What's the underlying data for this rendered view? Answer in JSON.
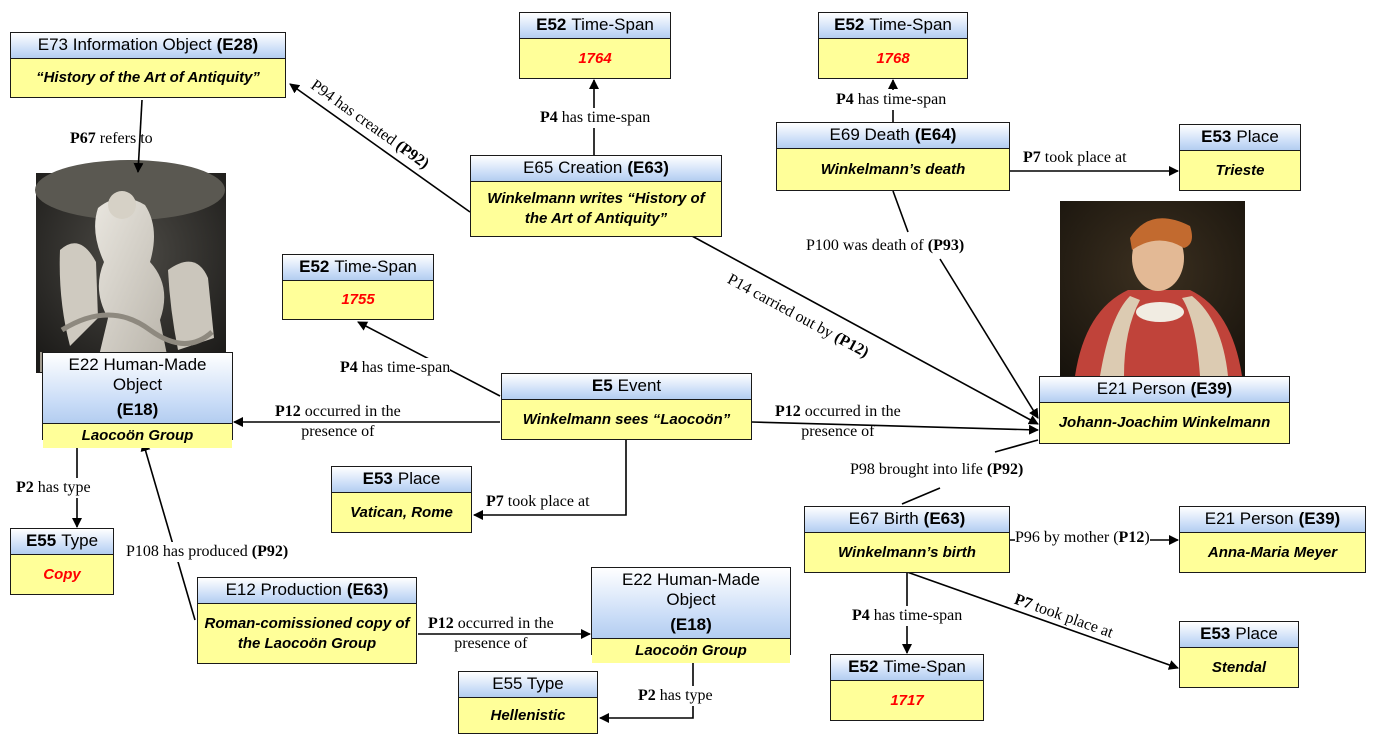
{
  "nodes": {
    "e73": {
      "pre": "E73 Information Object",
      "code": "(E28)",
      "value": "“History of the Art of Antiquity”"
    },
    "ts1764": {
      "code": "E52",
      "post": "Time-Span",
      "value": "1764"
    },
    "ts1768": {
      "code": "E52",
      "post": "Time-Span",
      "value": "1768"
    },
    "e65": {
      "pre": "E65 Creation",
      "code": "(E63)",
      "value": "Winkelmann writes “History of the Art of Antiquity”"
    },
    "e69": {
      "pre": "E69 Death",
      "code": "(E64)",
      "value": "Winkelmann’s death"
    },
    "e53trieste": {
      "code": "E53",
      "post": "Place",
      "value": "Trieste"
    },
    "ts1755": {
      "code": "E52",
      "post": "Time-Span",
      "value": "1755"
    },
    "e22a": {
      "pre": "E22 Human-Made Object",
      "code": "(E18)",
      "value": "Laocoön Group"
    },
    "e5": {
      "code": "E5",
      "post": "Event",
      "value": "Winkelmann sees “Laocoön”"
    },
    "e21a": {
      "pre": "E21 Person",
      "code": "(E39)",
      "value": "Johann-Joachim Winkelmann"
    },
    "e53vatican": {
      "code": "E53",
      "post": "Place",
      "value": "Vatican, Rome"
    },
    "e55copy": {
      "code": "E55",
      "post": "Type",
      "value": "Copy"
    },
    "e67": {
      "pre": "E67 Birth",
      "code": "(E63)",
      "value": "Winkelmann’s birth"
    },
    "e21b": {
      "pre": "E21 Person",
      "code": "(E39)",
      "value": "Anna-Maria Meyer"
    },
    "e12": {
      "pre": "E12 Production",
      "code": "(E63)",
      "value": "Roman-comissioned copy of the Laocoön Group"
    },
    "e22b": {
      "pre": "E22 Human-Made Object",
      "code": "(E18)",
      "value": "Laocoön Group"
    },
    "e53stendal": {
      "code": "E53",
      "post": "Place",
      "value": "Stendal"
    },
    "ts1717": {
      "code": "E52",
      "post": "Time-Span",
      "value": "1717"
    },
    "e55hell": {
      "pre": "E55 Type",
      "value": "Hellenistic"
    }
  },
  "edges": {
    "p94": {
      "text": "P94 has created ",
      "code": "(P92)"
    },
    "p67": {
      "code": "P67",
      "text": " refers to"
    },
    "p4_1764": {
      "code": "P4",
      "text": " has time-span"
    },
    "p4_1768": {
      "code": "P4",
      "text": " has time-span"
    },
    "p7_trieste": {
      "code": "P7",
      "text": " took place at"
    },
    "p100": {
      "text": "P100 was death of ",
      "code": "(P93)"
    },
    "p14": {
      "text": "P14 carried out by ",
      "code": "(P12)"
    },
    "p4_1755": {
      "code": "P4",
      "text": " has time-span"
    },
    "p12_left": {
      "code": "P12",
      "text": " occurred in the",
      "line2": "presence of"
    },
    "p12_right": {
      "code": "P12",
      "text": " occurred in the",
      "line2": "presence of"
    },
    "p98": {
      "text": "P98 brought into life ",
      "code": "(P92)"
    },
    "p2_copy": {
      "code": "P2",
      "text": " has type"
    },
    "p7_vatican": {
      "code": "P7",
      "text": " took place at"
    },
    "p96": {
      "text": "P96 by mother (",
      "code": "P12",
      "tail": ")"
    },
    "p108": {
      "text": "P108 has produced ",
      "code": "(P92)"
    },
    "p12_prod": {
      "code": "P12",
      "text": " occurred in the",
      "line2": "presence of"
    },
    "p4_1717": {
      "code": "P4",
      "text": " has time-span"
    },
    "p7_stendal": {
      "code": "P7",
      "text": " took place at"
    },
    "p2_hell": {
      "code": "P2",
      "text": " has type"
    }
  },
  "colors": {
    "header_top": "#ffffff",
    "header_bottom": "#b3cdf0",
    "value_fill": "#ffff99",
    "date_text": "#ff0000",
    "border": "#1a1a1a"
  }
}
